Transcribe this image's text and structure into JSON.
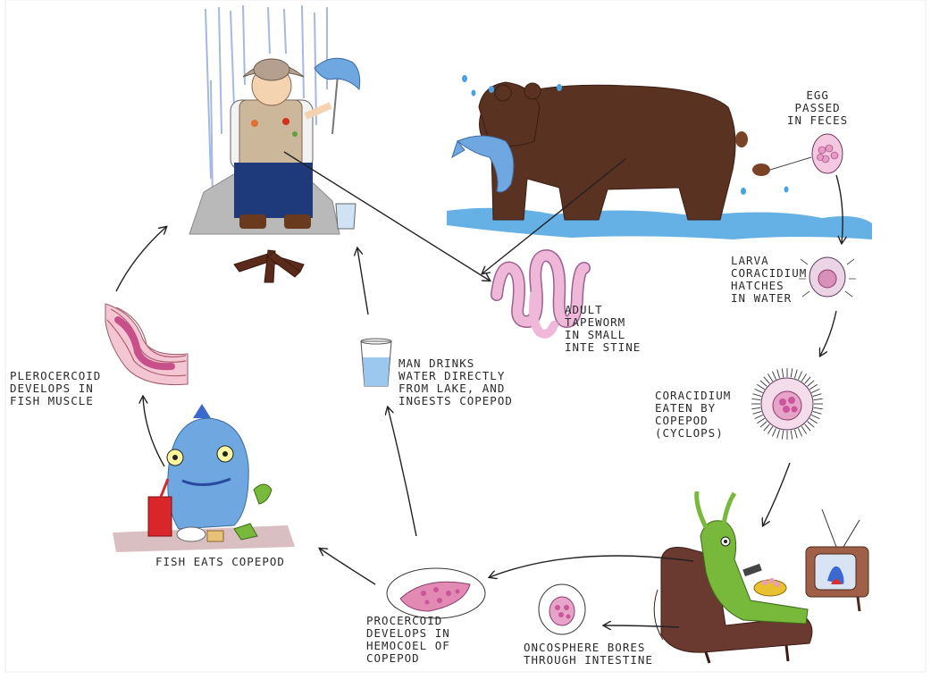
{
  "labels": {
    "egg": [
      "EGG",
      "PASSED",
      "IN FECES"
    ],
    "larva": [
      "LARVA",
      "CORACIDIUM",
      "HATCHES",
      "IN WATER"
    ],
    "adult": [
      "ADULT",
      "TAPEWORM",
      "IN SMALL",
      "INTE STINE"
    ],
    "coracidium_eaten": [
      "CORACIDIUM",
      "EATEN BY",
      "COPEPOD",
      "(CYCLOPS)"
    ],
    "man_drinks": [
      "MAN DRINKS",
      "WATER DIRECTLY",
      "FROM LAKE, AND",
      "INGESTS COPEPOD"
    ],
    "plerocercoid": [
      "PLEROCERCOID",
      "DEVELOPS IN",
      "FISH MUSCLE"
    ],
    "fish_eats": [
      "FISH EATS COPEPOD"
    ],
    "procercoid": [
      "PROCERCOID",
      "DEVELOPS IN",
      "HEMOCOEL OF",
      "COPEPOD"
    ],
    "oncosphere": [
      "ONCOSPHERE BORES",
      "THROUGH INTESTINE"
    ]
  },
  "colors": {
    "bear": "#5a3222",
    "water": "#4aa3e0",
    "fish": "#6fa8e0",
    "worm": "#f0b8d8",
    "copepod": "#78b83a",
    "chair": "#6a3a30",
    "egg": "#e79ac6",
    "ink": "#222222"
  }
}
